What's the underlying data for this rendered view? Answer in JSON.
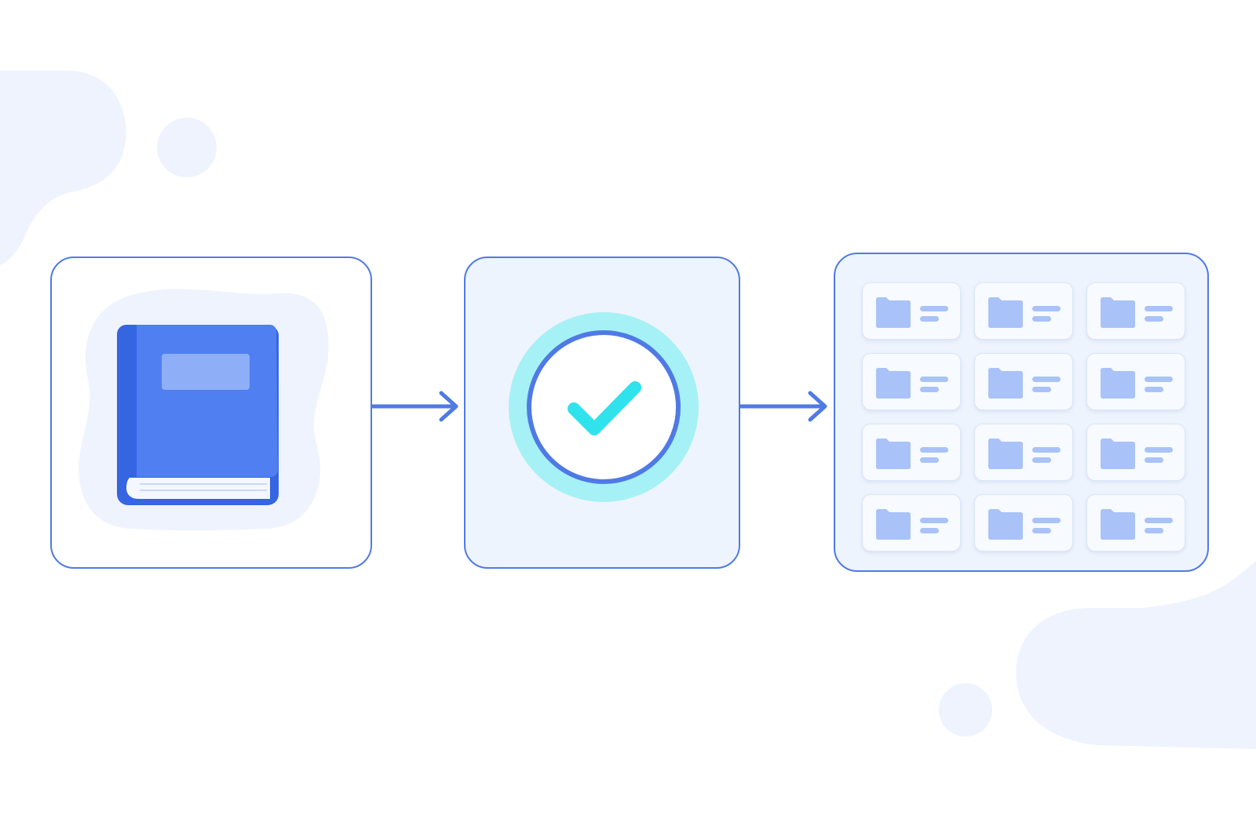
{
  "diagram": {
    "steps": [
      {
        "id": "source",
        "icon": "book-icon"
      },
      {
        "id": "validate",
        "icon": "check-circle-icon"
      },
      {
        "id": "organize",
        "icon": "folder-grid-icon"
      }
    ],
    "connectors": [
      {
        "from": "source",
        "to": "validate",
        "icon": "arrow-right-icon"
      },
      {
        "from": "validate",
        "to": "organize",
        "icon": "arrow-right-icon"
      }
    ],
    "grid": {
      "rows": 4,
      "cols": 3,
      "item_icon": "folder-icon"
    }
  },
  "colors": {
    "accent": "#4f7ae6",
    "book_cover": "#4f7ff0",
    "book_spine": "#3565e0",
    "check": "#2fe2ec",
    "halo": "#a6f1f6",
    "panel_fill": "#eef4fd",
    "blob": "#eef3fd",
    "folder": "#a9c2f8"
  }
}
